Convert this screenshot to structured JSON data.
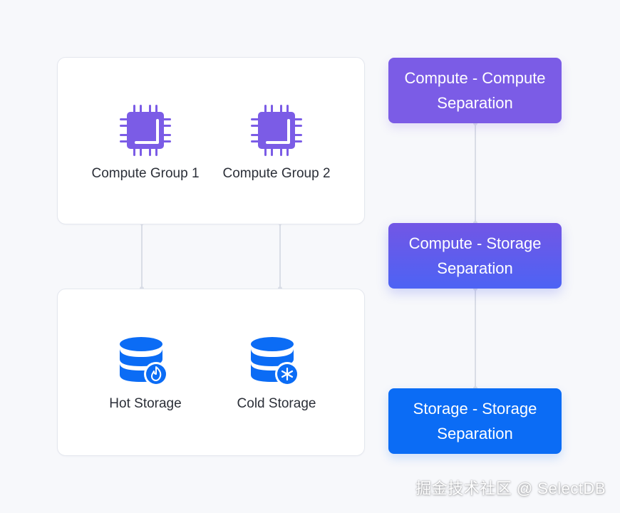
{
  "compute_section": {
    "groups": [
      {
        "label": "Compute Group 1",
        "icon": "cpu-icon"
      },
      {
        "label": "Compute Group 2",
        "icon": "cpu-icon"
      }
    ]
  },
  "storage_section": {
    "items": [
      {
        "label": "Hot Storage",
        "icon": "database-fire-icon"
      },
      {
        "label": "Cold Storage",
        "icon": "database-snowflake-icon"
      }
    ]
  },
  "separation_levels": [
    {
      "line1": "Compute - Compute",
      "line2": "Separation",
      "color": "#7b5ce6"
    },
    {
      "line1": "Compute - Storage",
      "line2": "Separation",
      "color": "#5a5ff0"
    },
    {
      "line1": "Storage - Storage",
      "line2": "Separation",
      "color": "#0b6cf5"
    }
  ],
  "watermark": "掘金技术社区 @ SelectDB",
  "colors": {
    "chip": "#7b5ce6",
    "database": "#0b6cf5",
    "connector": "#d9dde6"
  }
}
